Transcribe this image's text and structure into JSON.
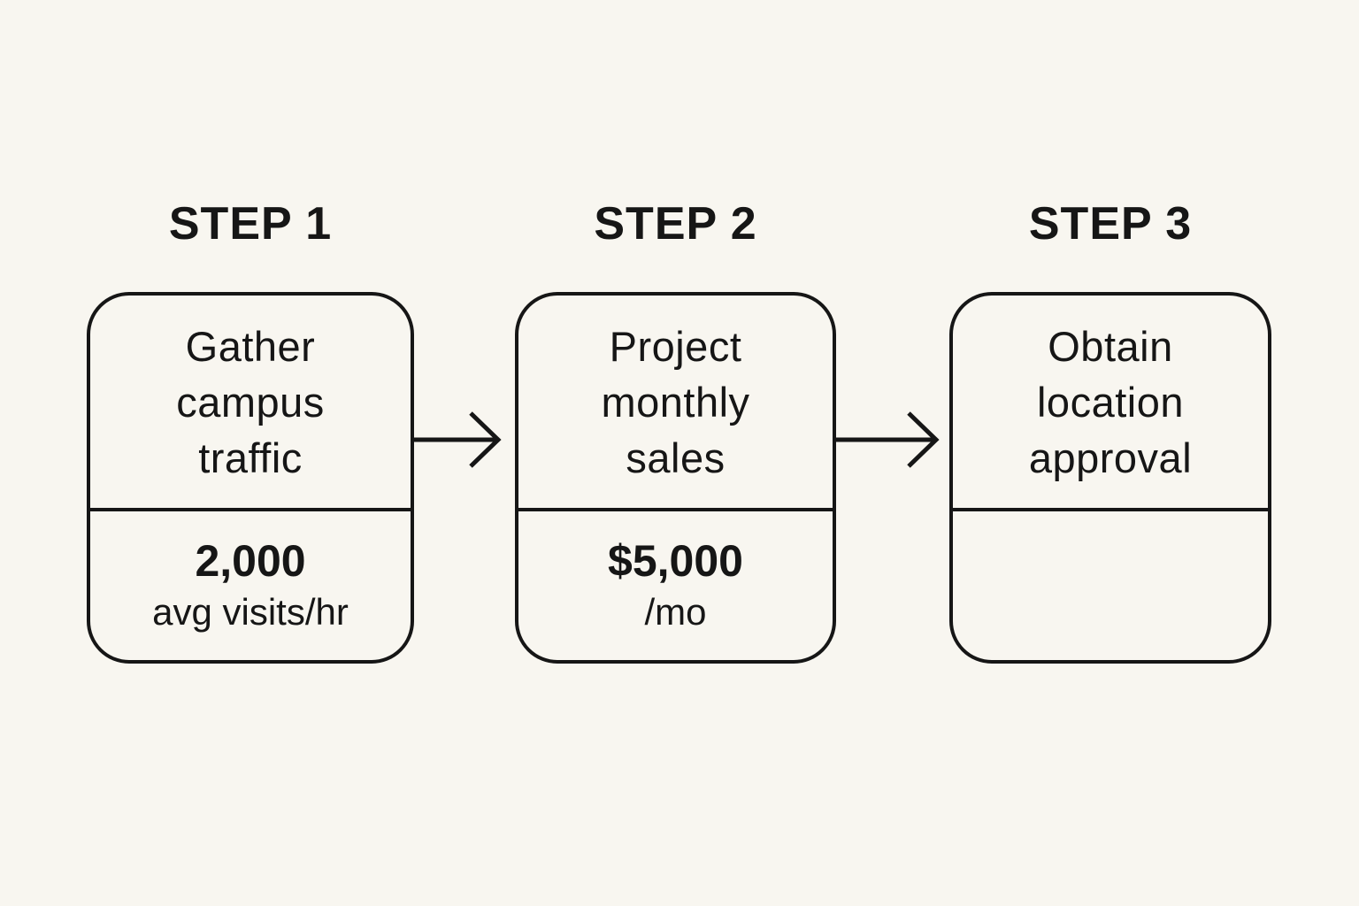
{
  "diagram": {
    "background_color": "#F8F6F0",
    "line_color": "#161616",
    "steps": [
      {
        "label": "STEP 1",
        "title_lines": [
          "Gather",
          "campus",
          "traffic"
        ],
        "value": "2,000",
        "value_caption": "avg visits/hr"
      },
      {
        "label": "STEP 2",
        "title_lines": [
          "Project",
          "monthly",
          "sales"
        ],
        "value": "$5,000",
        "value_caption": "/mo"
      },
      {
        "label": "STEP 3",
        "title_lines": [
          "Obtain",
          "location",
          "approval"
        ],
        "value": "",
        "value_caption": ""
      }
    ],
    "arrows": [
      {
        "name": "arrow-step1-to-step2"
      },
      {
        "name": "arrow-step2-to-step3"
      }
    ]
  }
}
